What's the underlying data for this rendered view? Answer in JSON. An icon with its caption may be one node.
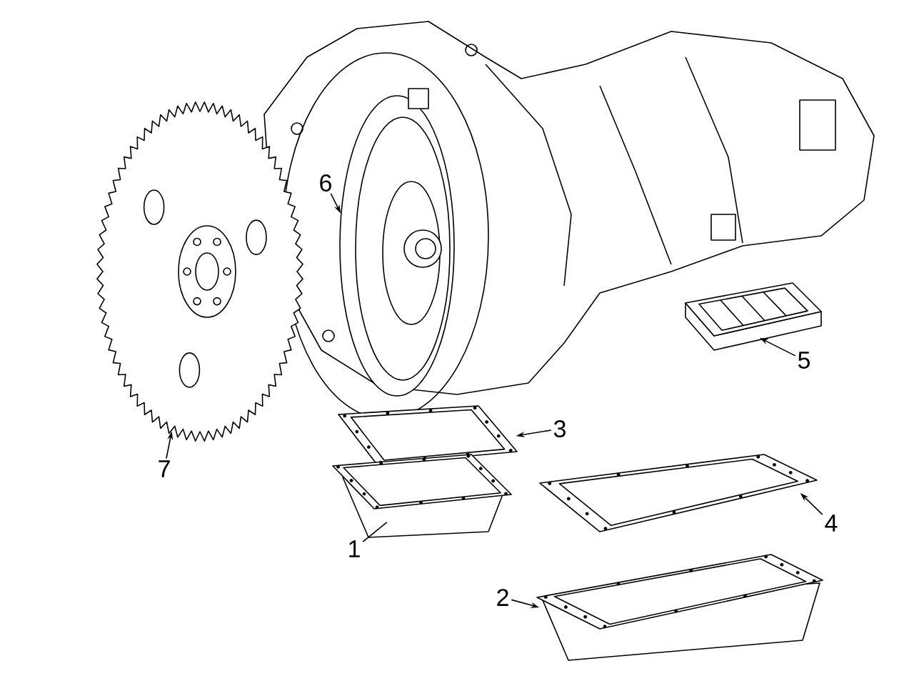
{
  "diagram": {
    "nodes": [
      {
        "text": [
          "6"
        ]
      },
      {
        "text": [
          "5"
        ]
      },
      {
        "text": [
          "7"
        ]
      },
      {
        "text": [
          "3"
        ]
      },
      {
        "text": [
          "4"
        ]
      },
      {
        "text": [
          "1"
        ]
      },
      {
        "text": [
          "2"
        ]
      },
      {
        "text": [],
        "shape": "picture"
      },
      {
        "text": [],
        "shape": "picture"
      },
      {
        "text": [],
        "shape": "picture"
      },
      {
        "text": [],
        "shape": "picture"
      },
      {
        "text": [],
        "shape": "picture"
      },
      {
        "text": [],
        "shape": "picture"
      },
      {
        "text": [],
        "shape": "picture"
      }
    ],
    "edges": [
      {
        "from": 0,
        "to": 7,
        "arrow": "to"
      },
      {
        "from": 1,
        "to": 8,
        "arrow": "to"
      },
      {
        "from": 2,
        "to": 9,
        "arrow": "to"
      },
      {
        "from": 3,
        "to": 10,
        "arrow": "to"
      },
      {
        "from": 4,
        "to": 11,
        "arrow": "to"
      },
      {
        "from": 5,
        "to": 12,
        "arrow": "none"
      },
      {
        "from": 6,
        "to": 13,
        "arrow": "to"
      }
    ]
  }
}
